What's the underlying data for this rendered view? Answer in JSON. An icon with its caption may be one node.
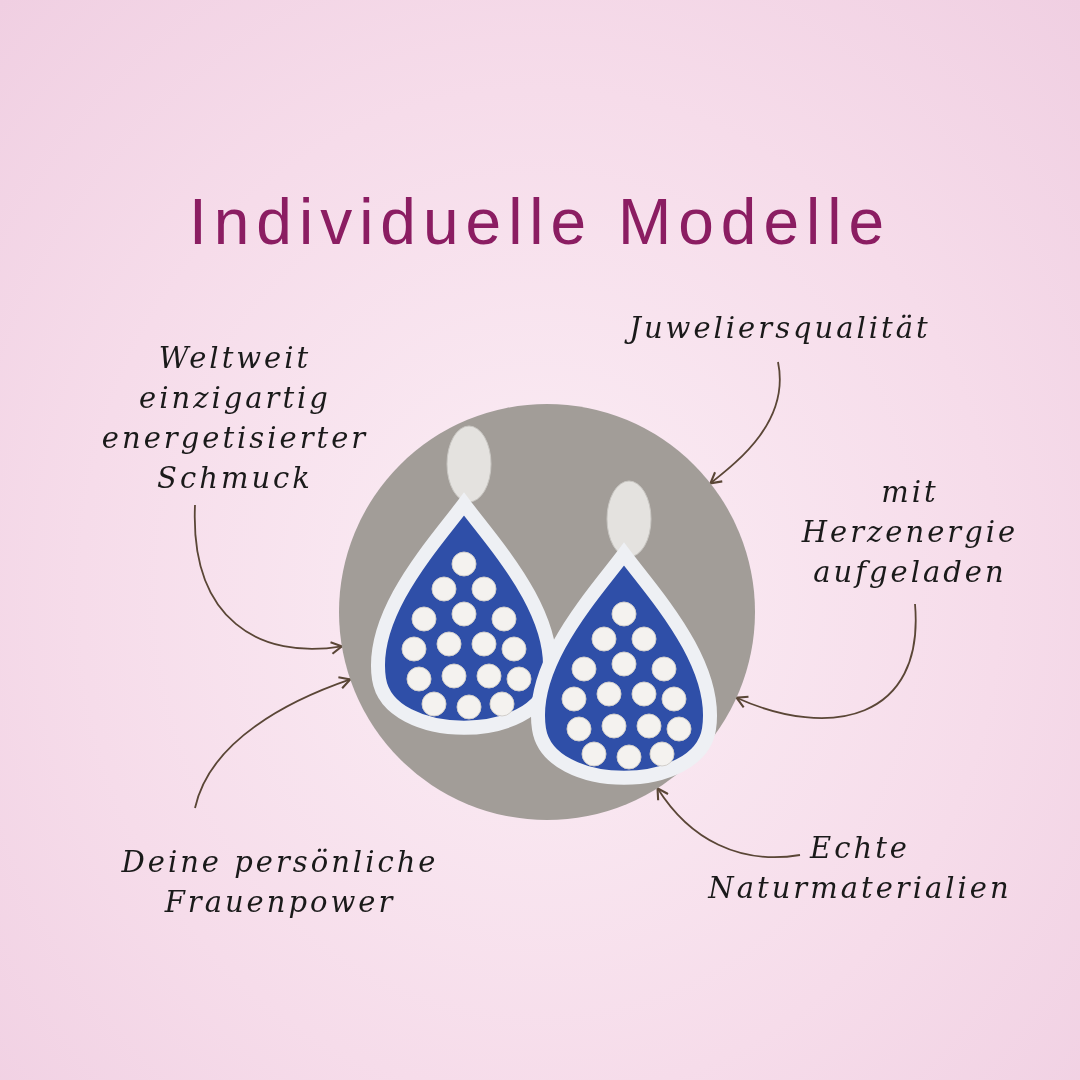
{
  "diagram": {
    "title": "Individuelle Modelle",
    "nodes": [
      {
        "text": [
          "Juweliersqualität"
        ]
      },
      {
        "text": [
          "Weltweit einzigartig energetisierter Schmuck"
        ]
      },
      {
        "text": [],
        "shape": "picture"
      },
      {
        "text": [
          "mit Herzenergie aufgeladen"
        ]
      },
      {
        "text": [
          "Echte Naturmaterialien"
        ]
      },
      {
        "text": [
          "Deine persönliche Frauenpower"
        ]
      }
    ],
    "edges": [
      {
        "from": 0,
        "to": 2,
        "arrow": "to"
      },
      {
        "from": 1,
        "to": 2,
        "arrow": "to"
      },
      {
        "from": 3,
        "to": 2,
        "arrow": "to"
      },
      {
        "from": 4,
        "to": 2,
        "arrow": "to"
      },
      {
        "from": 5,
        "to": 2,
        "arrow": "to"
      }
    ]
  }
}
